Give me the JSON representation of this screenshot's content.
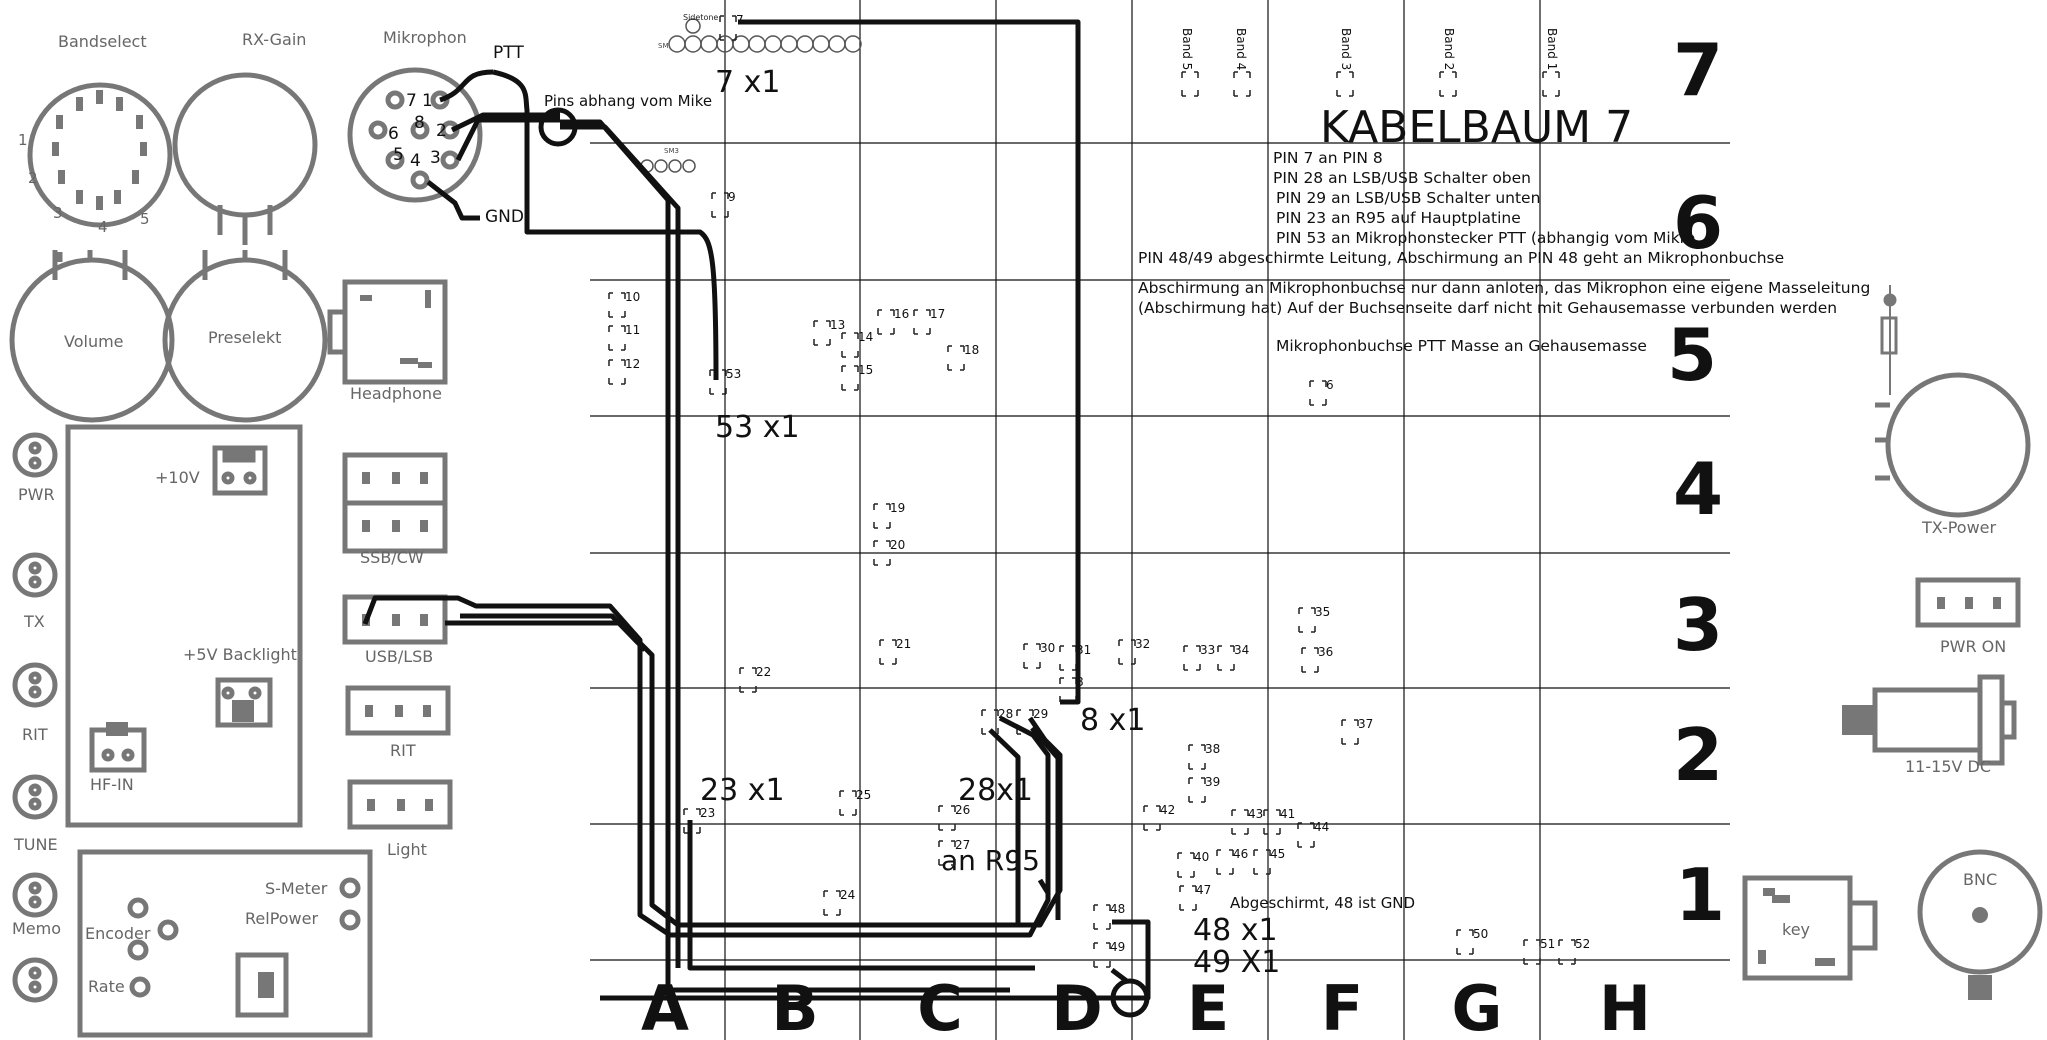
{
  "title": "KABELBAUM 7",
  "front_panel": {
    "bandselect": "Bandselect",
    "bandselect_pins": [
      "1",
      "2",
      "3",
      "4",
      "5"
    ],
    "rx_gain": "RX-Gain",
    "mikrofon": "Mikrophon",
    "mic_pins": [
      "1",
      "2",
      "3",
      "4",
      "5",
      "6",
      "7",
      "8"
    ],
    "ptt": "PTT",
    "gnd": "GND",
    "volume": "Volume",
    "preselekt": "Preselekt",
    "headphone": "Headphone",
    "pwr": "PWR",
    "tx": "TX",
    "rit": "RIT",
    "tune": "TUNE",
    "memo": "Memo",
    "plus10v": "+10V",
    "backlight": "+5V Backlight",
    "hf_in": "HF-IN",
    "ssb_cw": "SSB/CW",
    "usb_lsb": "USB/LSB",
    "rit_switch": "RIT",
    "light": "Light",
    "s_meter": "S-Meter",
    "relpower": "RelPower",
    "encoder": "Encoder",
    "rate": "Rate"
  },
  "right_panel": {
    "tx_power": "TX-Power",
    "pwr_on": "PWR ON",
    "dc": "11-15V DC",
    "bnc": "BNC",
    "key": "key"
  },
  "grid": {
    "rows": [
      "7",
      "6",
      "5",
      "4",
      "3",
      "2",
      "1"
    ],
    "cols": [
      "A",
      "B",
      "C",
      "D",
      "E",
      "F",
      "G",
      "H"
    ]
  },
  "board": {
    "sidetone": "Sidetone",
    "connector_labels": [
      "SM",
      "SM3"
    ],
    "bands": [
      "Band 5",
      "Band 4",
      "Band 3",
      "Band 2",
      "Band 1"
    ],
    "mike_note": "Pins abhang vom Mike",
    "an_r95": "an R95",
    "shielded_note": "Abgeschirmt, 48 ist GND"
  },
  "pads": [
    {
      "label": "7"
    },
    {
      "label": "9"
    },
    {
      "label": "10"
    },
    {
      "label": "11"
    },
    {
      "label": "12"
    },
    {
      "label": "53"
    },
    {
      "label": "13"
    },
    {
      "label": "14"
    },
    {
      "label": "15"
    },
    {
      "label": "16"
    },
    {
      "label": "17"
    },
    {
      "label": "18"
    },
    {
      "label": "6"
    },
    {
      "label": "19"
    },
    {
      "label": "20"
    },
    {
      "label": "21"
    },
    {
      "label": "22"
    },
    {
      "label": "30"
    },
    {
      "label": "31"
    },
    {
      "label": "8"
    },
    {
      "label": "32"
    },
    {
      "label": "33"
    },
    {
      "label": "34"
    },
    {
      "label": "35"
    },
    {
      "label": "36"
    },
    {
      "label": "28"
    },
    {
      "label": "29"
    },
    {
      "label": "37"
    },
    {
      "label": "38"
    },
    {
      "label": "39"
    },
    {
      "label": "42"
    },
    {
      "label": "25"
    },
    {
      "label": "26"
    },
    {
      "label": "27"
    },
    {
      "label": "23"
    },
    {
      "label": "43"
    },
    {
      "label": "41"
    },
    {
      "label": "44"
    },
    {
      "label": "40"
    },
    {
      "label": "45"
    },
    {
      "label": "46"
    },
    {
      "label": "47"
    },
    {
      "label": "24"
    },
    {
      "label": "48"
    },
    {
      "label": "49"
    },
    {
      "label": "50"
    },
    {
      "label": "51"
    },
    {
      "label": "52"
    }
  ],
  "wire_counts": [
    "7 x1",
    "53 x1",
    "8 x1",
    "23 x1",
    "28x1",
    "48 x1",
    "49 X1"
  ],
  "notes": [
    "PIN 7   an PIN 8",
    "PIN 28 an LSB/USB Schalter oben",
    "PIN 29 an LSB/USB Schalter unten",
    "PIN 23  an R95 auf Hauptplatine",
    "PIN 53 an Mikrophonstecker PTT (abhangig vom Mikro",
    "PIN 48/49 abgeschirmte Leitung, Abschirmung an PIN 48  geht an Mikrophonbuchse",
    "Abschirmung an Mikrophonbuchse nur dann anloten, das Mikrophon eine eigene Masseleitung",
    "(Abschirmung hat)  Auf der Buchsenseite darf nicht mit Gehausemasse verbunden werden",
    "Mikrophonbuchse PTT Masse an Gehausemasse"
  ]
}
